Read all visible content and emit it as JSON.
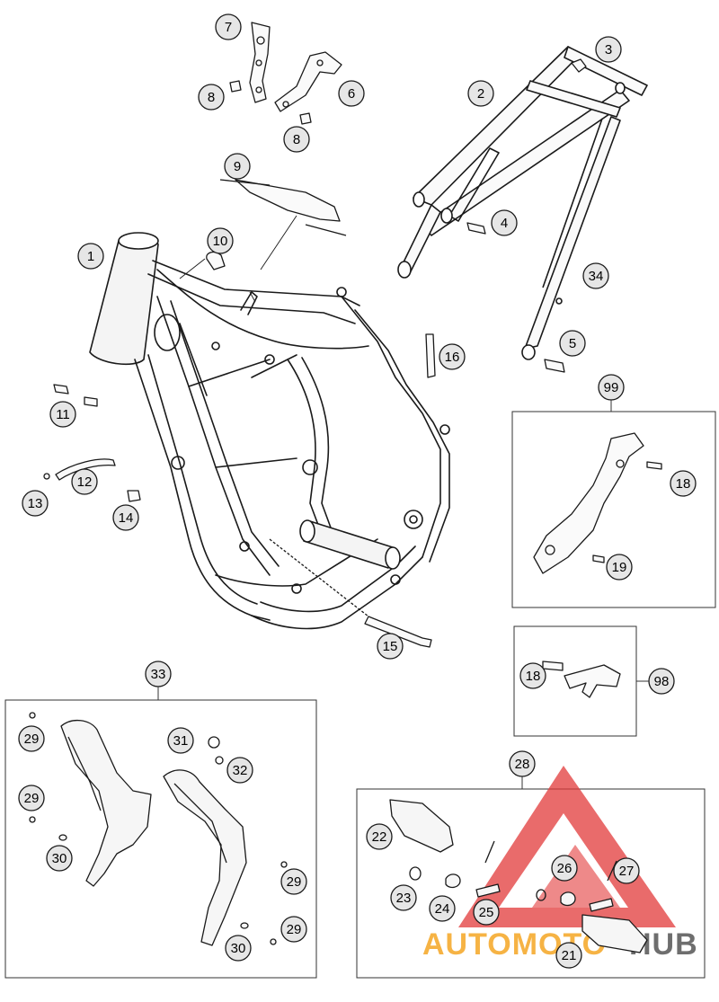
{
  "diagram": {
    "callouts": {
      "c1": "1",
      "c2": "2",
      "c3": "3",
      "c4": "4",
      "c5": "5",
      "c6": "6",
      "c7": "7",
      "c8a": "8",
      "c8b": "8",
      "c9": "9",
      "c10": "10",
      "c11": "11",
      "c12": "12",
      "c13": "13",
      "c14": "14",
      "c15": "15",
      "c16": "16",
      "c18a": "18",
      "c18b": "18",
      "c19": "19",
      "c21": "21",
      "c22": "22",
      "c23": "23",
      "c24": "24",
      "c25": "25",
      "c26": "26",
      "c27": "27",
      "c28": "28",
      "c29a": "29",
      "c29b": "29",
      "c29c": "29",
      "c29d": "29",
      "c30a": "30",
      "c30b": "30",
      "c31": "31",
      "c32": "32",
      "c33": "33",
      "c34": "34",
      "c98": "98",
      "c99": "99"
    }
  },
  "watermark": {
    "text_left": "AUTOMOTO",
    "text_right": "HUB",
    "colors": {
      "text": "#f5a623",
      "triangle": "#e23a3a",
      "hub": "#555555"
    }
  },
  "colors": {
    "line": "#1a1a1a",
    "callout_fill": "#e6e6e6",
    "box": "#333333"
  }
}
